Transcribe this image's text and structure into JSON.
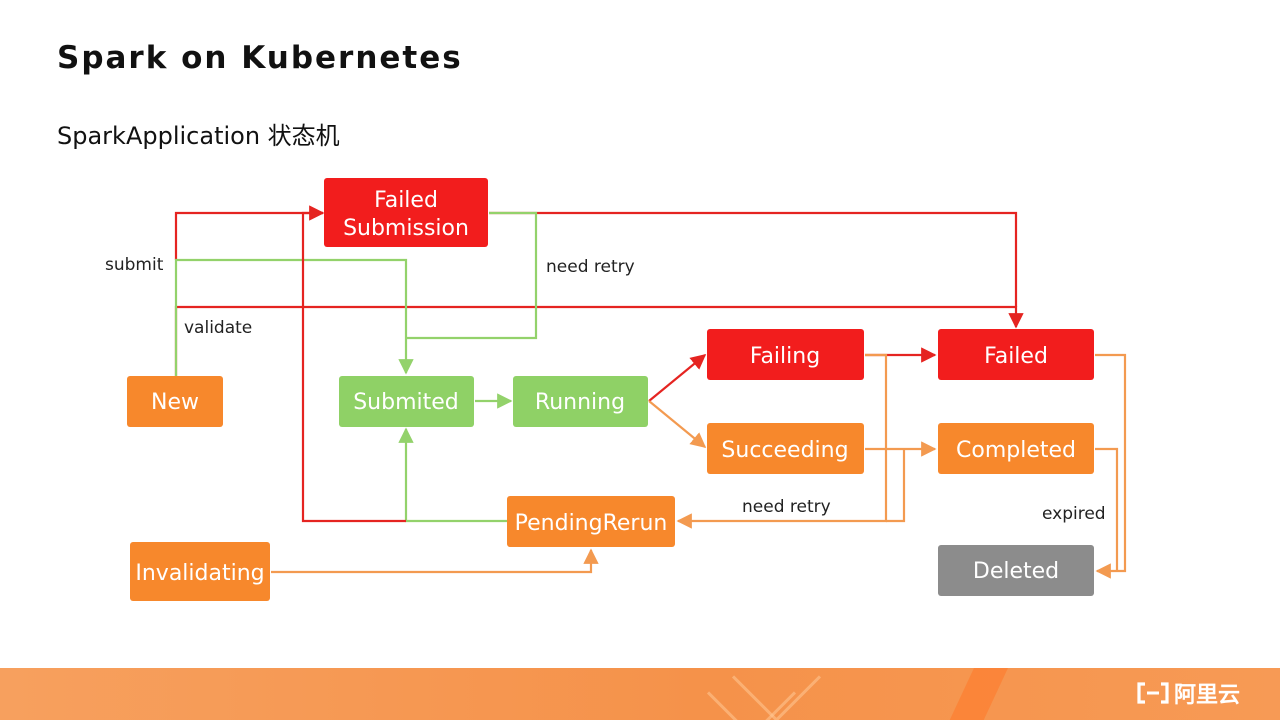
{
  "title": "Spark on Kubernetes",
  "subtitle": "SparkApplication 状态机",
  "colors": {
    "red": "#f21d1d",
    "orange": "#f7882c",
    "green": "#8fd166",
    "gray": "#8c8c8c",
    "edge_red": "#e52421",
    "edge_green": "#93d26b",
    "edge_orange": "#f39a50",
    "footer": "#f7a05e"
  },
  "states": {
    "failed_submission": {
      "line1": "Failed",
      "line2": "Submission"
    },
    "new": "New",
    "submited": "Submited",
    "running": "Running",
    "failing": "Failing",
    "succeeding": "Succeeding",
    "failed": "Failed",
    "completed": "Completed",
    "pending_rerun": "PendingRerun",
    "invalidating": "Invalidating",
    "deleted": "Deleted"
  },
  "edge_labels": {
    "submit": "submit",
    "validate": "validate",
    "need_retry_top": "need retry",
    "need_retry_bottom": "need retry",
    "expired": "expired"
  },
  "brand": {
    "name": "阿里云",
    "icon": "alibaba-cloud-logo-icon"
  }
}
